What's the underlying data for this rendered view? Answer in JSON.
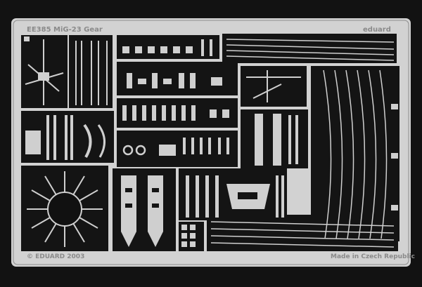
{
  "fret": {
    "title": "EE385 MiG-23 Gear",
    "brand": "eduard",
    "copyright": "© EDUARD 2003",
    "made_in": "Made in Czech Republic"
  },
  "colors": {
    "background": "#ffffff",
    "frame": "#121212",
    "plate": "#d2d2d2",
    "sheet": "#141414",
    "part": "#cfcfcf",
    "dark": "#111111"
  }
}
